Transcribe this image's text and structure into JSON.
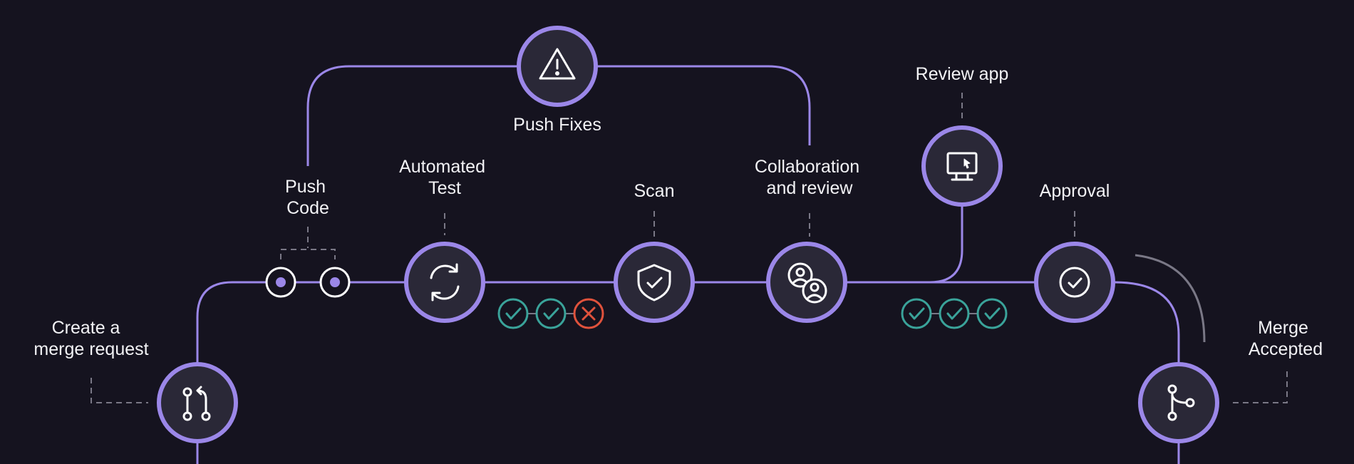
{
  "colors": {
    "background": "#15131f",
    "accent": "#9b87e8",
    "node_fill": "#2a2837",
    "connector": "#7a7886",
    "pass": "#3aa39a",
    "fail": "#e0523c",
    "text": "#f2f2f5"
  },
  "labels": {
    "create_mr": [
      "Create a",
      "merge request"
    ],
    "push_code": [
      "Push",
      "Code"
    ],
    "automated_test": [
      "Automated",
      "Test"
    ],
    "scan": [
      "Scan"
    ],
    "collab": [
      "Collaboration",
      "and review"
    ],
    "push_fixes": [
      "Push Fixes"
    ],
    "review_app": [
      "Review app"
    ],
    "approval": [
      "Approval"
    ],
    "merge_accepted": [
      "Merge",
      "Accepted"
    ]
  },
  "icons": {
    "create_mr": "merge-request-icon",
    "automated_test": "refresh-icon",
    "scan": "shield-check-icon",
    "collab": "users-icon",
    "push_fixes": "warning-icon",
    "review_app": "monitor-cursor-icon",
    "approval": "check-circle-icon",
    "merge_accepted": "branch-merge-icon"
  },
  "test_results_1": [
    "pass",
    "pass",
    "fail"
  ],
  "test_results_2": [
    "pass",
    "pass",
    "pass"
  ]
}
